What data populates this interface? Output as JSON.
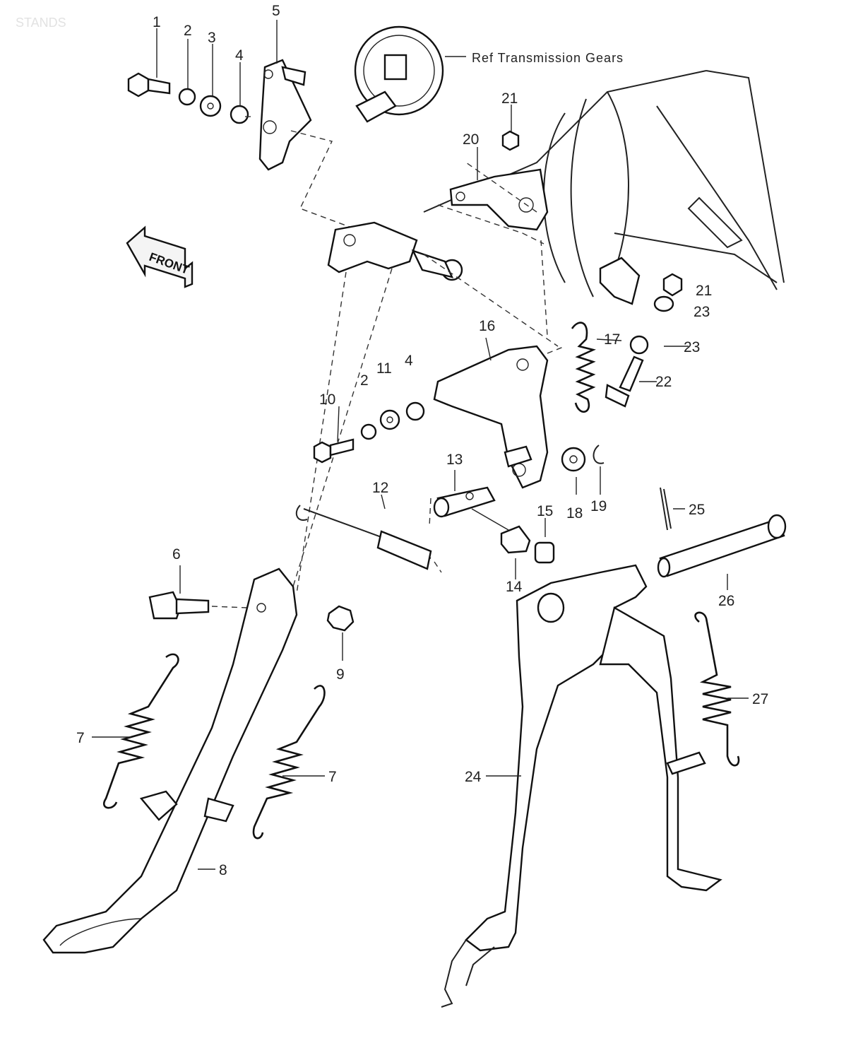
{
  "title": "STANDS",
  "reference": "Ref    Transmission Gears",
  "front_badge": "FRONT",
  "callouts": [
    "1",
    "2",
    "3",
    "4",
    "5",
    "21",
    "20",
    "21",
    "23",
    "16",
    "17",
    "23",
    "2",
    "11",
    "4",
    "10",
    "22",
    "13",
    "12",
    "15",
    "18",
    "19",
    "25",
    "6",
    "14",
    "26",
    "9",
    "27",
    "7",
    "7",
    "24",
    "8"
  ]
}
